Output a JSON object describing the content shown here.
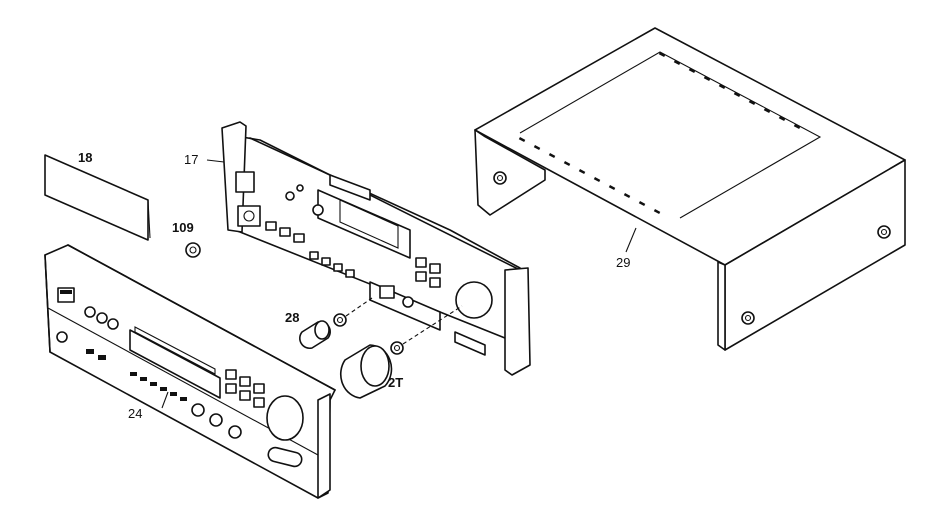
{
  "labels": {
    "l18": "18",
    "l17": "17",
    "l109": "109",
    "l29": "29",
    "l28": "28",
    "l2t": "2T",
    "l24": "24"
  }
}
